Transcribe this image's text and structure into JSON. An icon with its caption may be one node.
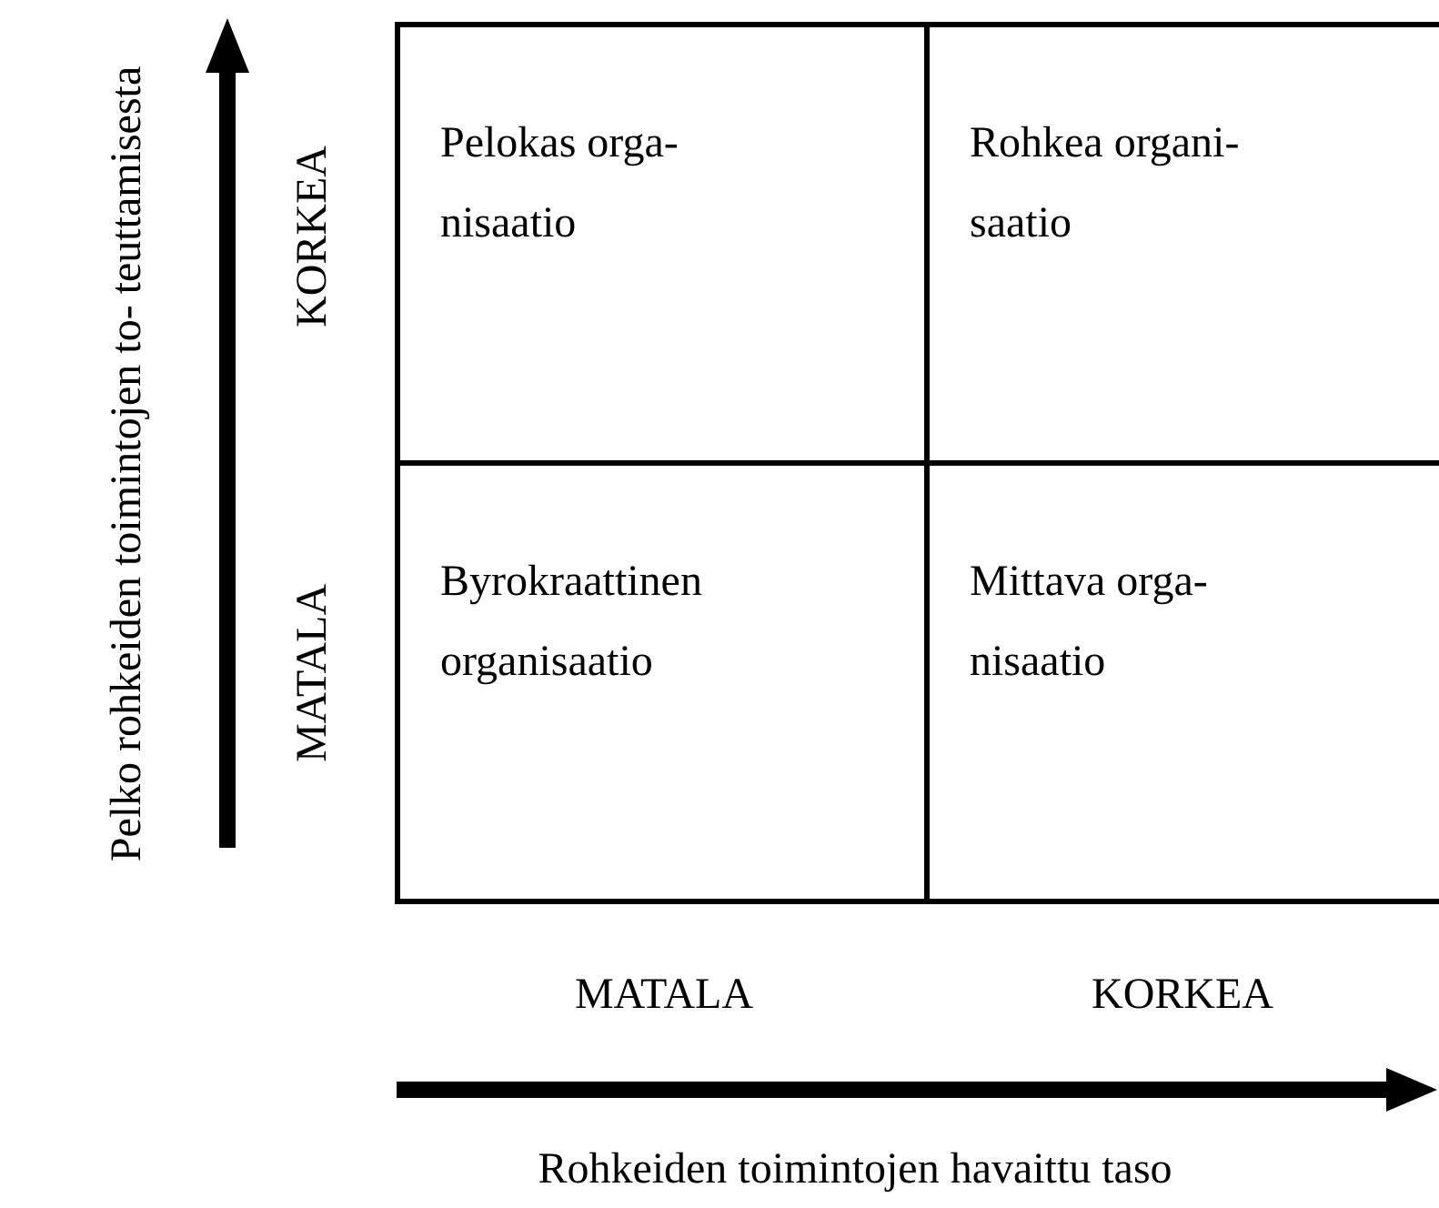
{
  "diagram": {
    "nodes": [
      {
        "text": [
          "Pelokas orga- nisaatio"
        ]
      },
      {
        "text": [
          "Rohkea organi- saatio"
        ]
      },
      {
        "text": [
          "Byrokraattinen organisaatio"
        ]
      },
      {
        "text": [
          "Mittava  orga- nisaatio"
        ]
      }
    ],
    "labels": [
      "Pelko rohkeiden toimintojen to- teuttamisesta",
      "KORKEA",
      "MATALA",
      "MATALA",
      "KORKEA",
      "Rohkeiden toimintojen havaittu taso"
    ]
  }
}
